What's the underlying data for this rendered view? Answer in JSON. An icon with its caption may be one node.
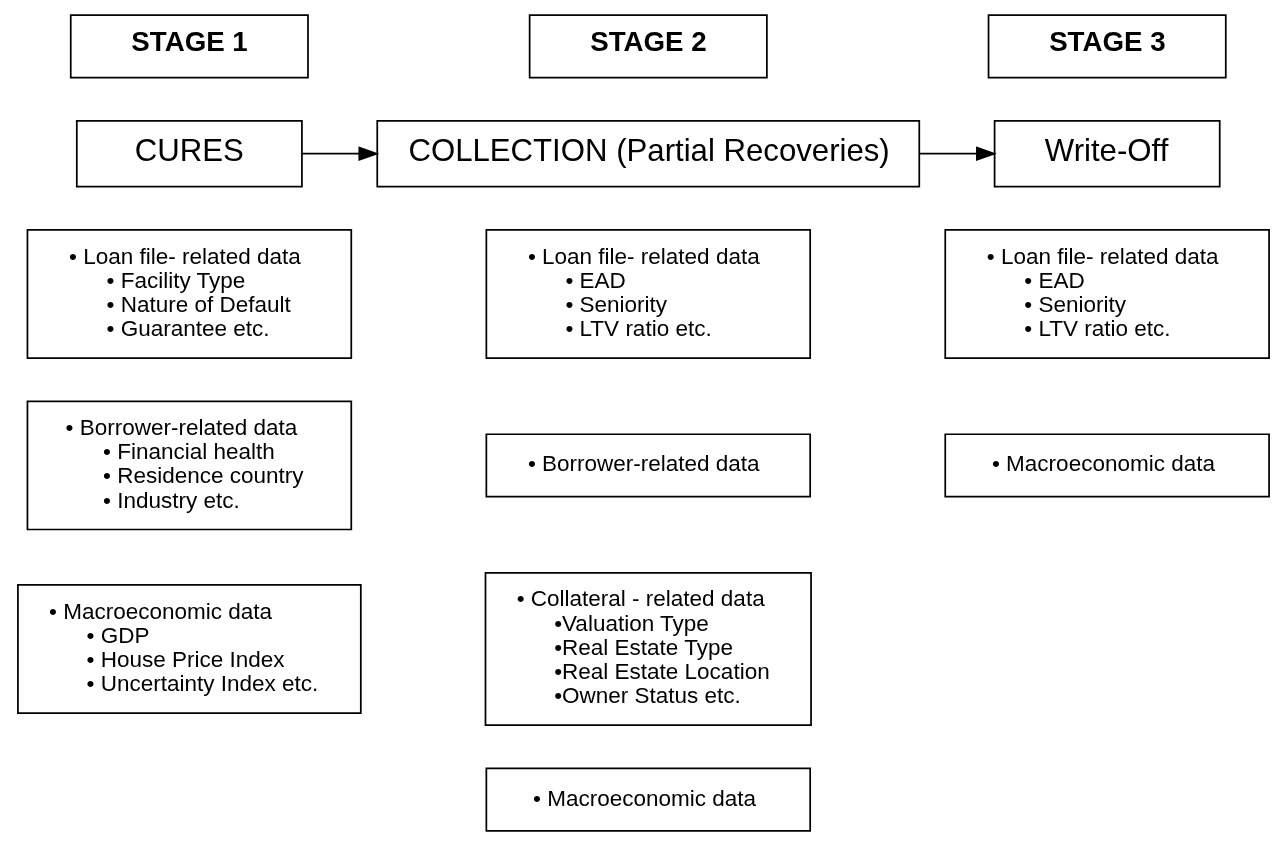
{
  "diagram": {
    "nodes": [
      {
        "text": [
          "STAGE 1"
        ]
      },
      {
        "text": [
          "STAGE 2"
        ]
      },
      {
        "text": [
          "STAGE 3"
        ]
      },
      {
        "text": [
          "CURES"
        ]
      },
      {
        "text": [
          "COLLECTION (Partial Recoveries)"
        ]
      },
      {
        "text": [
          "Write-Off"
        ]
      },
      {
        "text": [
          "• Loan file- related data",
          "• Facility Type",
          "• Nature of Default",
          "• Guarantee etc."
        ]
      },
      {
        "text": [
          "• Borrower-related data",
          "• Financial health",
          "• Residence country",
          "• Industry etc."
        ]
      },
      {
        "text": [
          "• Macroeconomic data",
          "• GDP",
          "• House Price Index",
          "• Uncertainty Index etc."
        ]
      },
      {
        "text": [
          "• Loan file- related data",
          "• EAD",
          "• Seniority",
          "• LTV ratio etc."
        ]
      },
      {
        "text": [
          "• Borrower-related data"
        ]
      },
      {
        "text": [
          "• Collateral - related data",
          "•Valuation Type",
          "•Real Estate Type",
          "•Real Estate Location",
          "•Owner Status etc."
        ]
      },
      {
        "text": [
          "• Macroeconomic data"
        ]
      },
      {
        "text": [
          "• Loan file- related data",
          "• EAD",
          "• Seniority",
          "• LTV ratio etc."
        ]
      },
      {
        "text": [
          "• Macroeconomic data"
        ]
      }
    ],
    "edges": [
      {
        "from": 3,
        "to": 4,
        "arrow": "to"
      },
      {
        "from": 4,
        "to": 5,
        "arrow": "to"
      }
    ]
  }
}
